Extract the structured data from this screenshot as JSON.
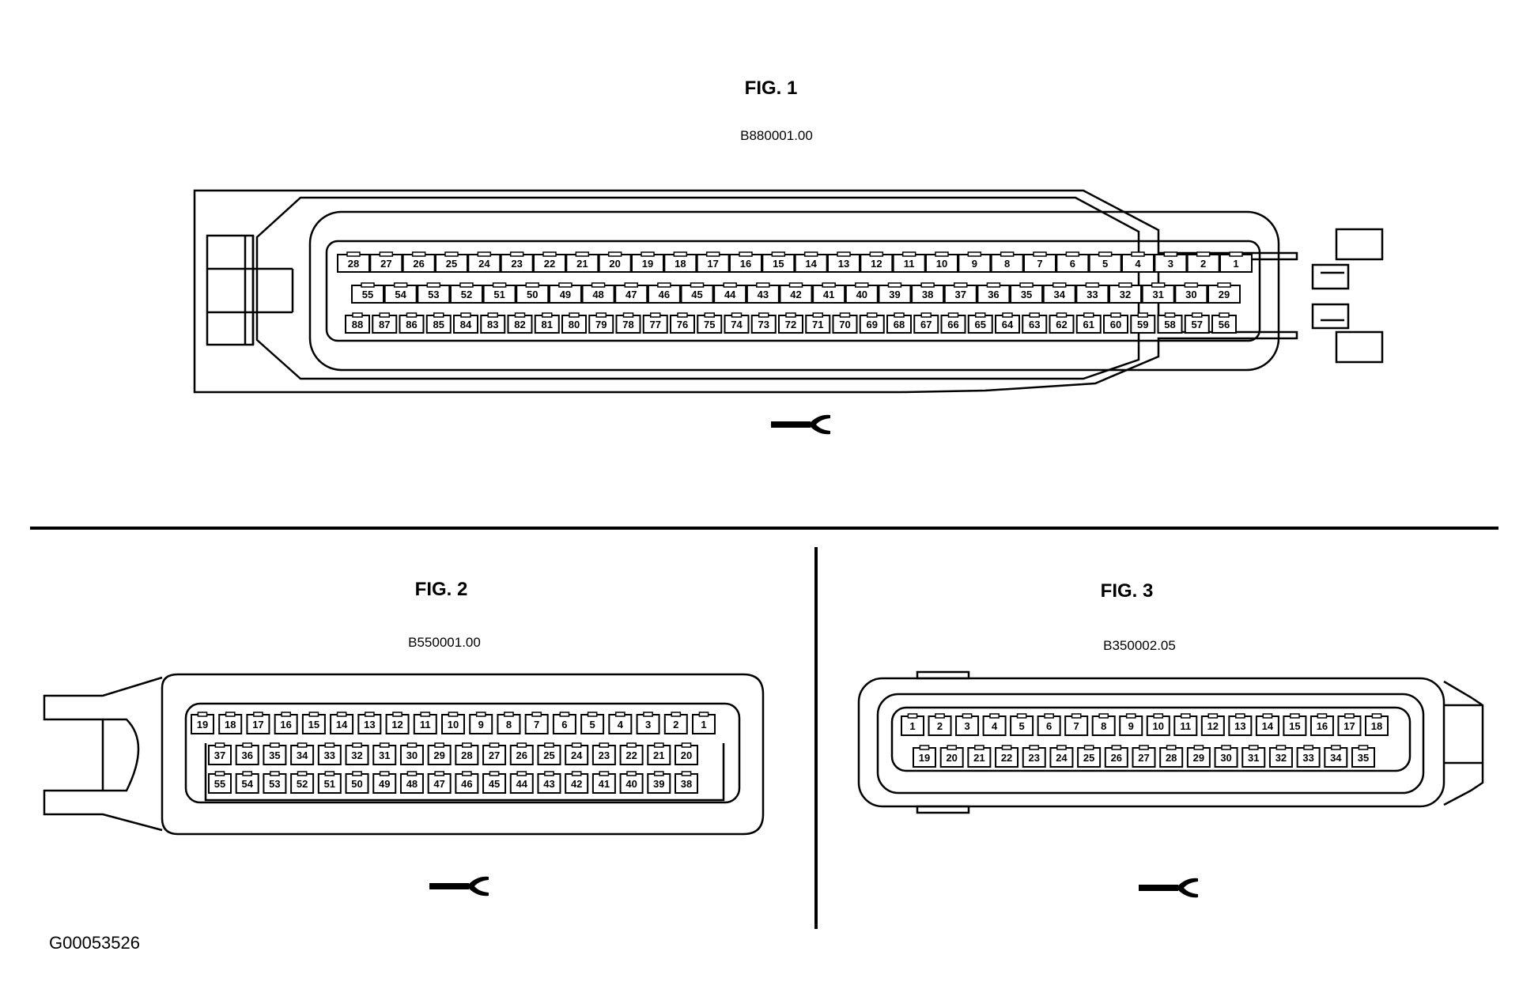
{
  "figures": [
    {
      "title": "FIG. 1",
      "code": "B880001.00",
      "rows": [
        [
          "28",
          "27",
          "26",
          "25",
          "24",
          "23",
          "22",
          "21",
          "20",
          "19",
          "18",
          "17",
          "16",
          "15",
          "14",
          "13",
          "12",
          "11",
          "10",
          "9",
          "8",
          "7",
          "6",
          "5",
          "4",
          "3",
          "2",
          "1"
        ],
        [
          "55",
          "54",
          "53",
          "52",
          "51",
          "50",
          "49",
          "48",
          "47",
          "46",
          "45",
          "44",
          "43",
          "42",
          "41",
          "40",
          "39",
          "38",
          "37",
          "36",
          "35",
          "34",
          "33",
          "32",
          "31",
          "30",
          "29"
        ],
        [
          "88",
          "87",
          "86",
          "85",
          "84",
          "83",
          "82",
          "81",
          "80",
          "79",
          "78",
          "77",
          "76",
          "75",
          "74",
          "73",
          "72",
          "71",
          "70",
          "69",
          "68",
          "67",
          "66",
          "65",
          "64",
          "63",
          "62",
          "61",
          "60",
          "59",
          "58",
          "57",
          "56"
        ]
      ]
    },
    {
      "title": "FIG. 2",
      "code": "B550001.00",
      "rows": [
        [
          "19",
          "18",
          "17",
          "16",
          "15",
          "14",
          "13",
          "12",
          "11",
          "10",
          "9",
          "8",
          "7",
          "6",
          "5",
          "4",
          "3",
          "2",
          "1"
        ],
        [
          "37",
          "36",
          "35",
          "34",
          "33",
          "32",
          "31",
          "30",
          "29",
          "28",
          "27",
          "26",
          "25",
          "24",
          "23",
          "22",
          "21",
          "20"
        ],
        [
          "55",
          "54",
          "53",
          "52",
          "51",
          "50",
          "49",
          "48",
          "47",
          "46",
          "45",
          "44",
          "43",
          "42",
          "41",
          "40",
          "39",
          "38"
        ]
      ]
    },
    {
      "title": "FIG. 3",
      "code": "B350002.05",
      "rows": [
        [
          "1",
          "2",
          "3",
          "4",
          "5",
          "6",
          "7",
          "8",
          "9",
          "10",
          "11",
          "12",
          "13",
          "14",
          "15",
          "16",
          "17",
          "18"
        ],
        [
          "19",
          "20",
          "21",
          "22",
          "23",
          "24",
          "25",
          "26",
          "27",
          "28",
          "29",
          "30",
          "31",
          "32",
          "33",
          "34",
          "35"
        ]
      ]
    }
  ],
  "footer_code": "G00053526"
}
